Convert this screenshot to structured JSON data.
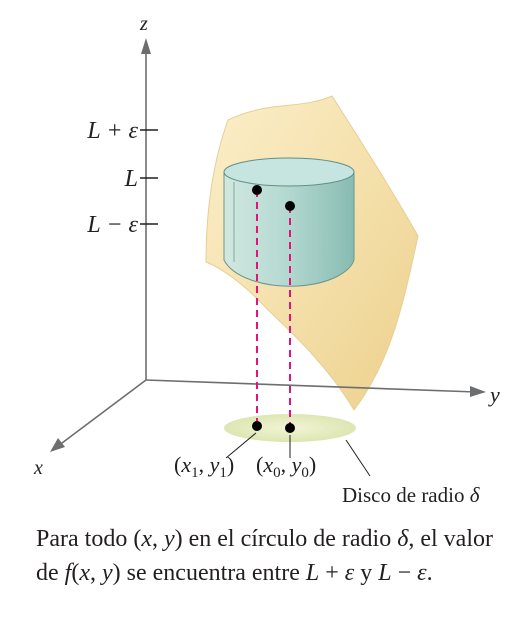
{
  "axes": {
    "z_label": "z",
    "y_label": "y",
    "x_label": "x"
  },
  "ticks": {
    "upper": "L + ε",
    "middle": "L",
    "lower": "L − ε"
  },
  "points": {
    "p1": {
      "x": "x",
      "xsub": "1",
      "y": "y",
      "ysub": "1"
    },
    "p0": {
      "x": "x",
      "xsub": "0",
      "y": "y",
      "ysub": "0"
    }
  },
  "disk_label": {
    "text": "Disco de radio",
    "symbol": "δ"
  },
  "caption": {
    "t1": "Para todo ",
    "t2": "(",
    "t3": "x",
    "t4": ", ",
    "t5": "y",
    "t6": ")",
    "t7": " en el círculo de radio ",
    "t8": "δ",
    "t9": ", el valor de ",
    "t10": "f",
    "t11": "(",
    "t12": "x",
    "t13": ", ",
    "t14": "y",
    "t15": ")",
    "t16": " se encuentra entre ",
    "t17": "L",
    "t18": " + ",
    "t19": "ε",
    "t20": " y ",
    "t21": "L",
    "t22": " − ",
    "t23": "ε",
    "t24": "."
  },
  "colors": {
    "surface": "#f3dca6",
    "cylinder": "#a9d4d0",
    "disk": "#e7edc0",
    "dashed": "#e2147a",
    "axis": "#6d6e70"
  }
}
